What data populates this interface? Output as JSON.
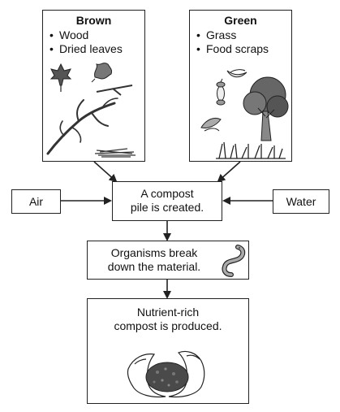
{
  "brown": {
    "title": "Brown",
    "items": [
      "Wood",
      "Dried leaves"
    ]
  },
  "green": {
    "title": "Green",
    "items": [
      "Grass",
      "Food scraps"
    ]
  },
  "inputs": {
    "left": "Air",
    "right": "Water"
  },
  "steps": [
    {
      "line1": "A compost",
      "line2": "pile is created."
    },
    {
      "line1": "Organisms break",
      "line2": "down the material."
    },
    {
      "line1": "Nutrient-rich",
      "line2": "compost is produced."
    }
  ]
}
